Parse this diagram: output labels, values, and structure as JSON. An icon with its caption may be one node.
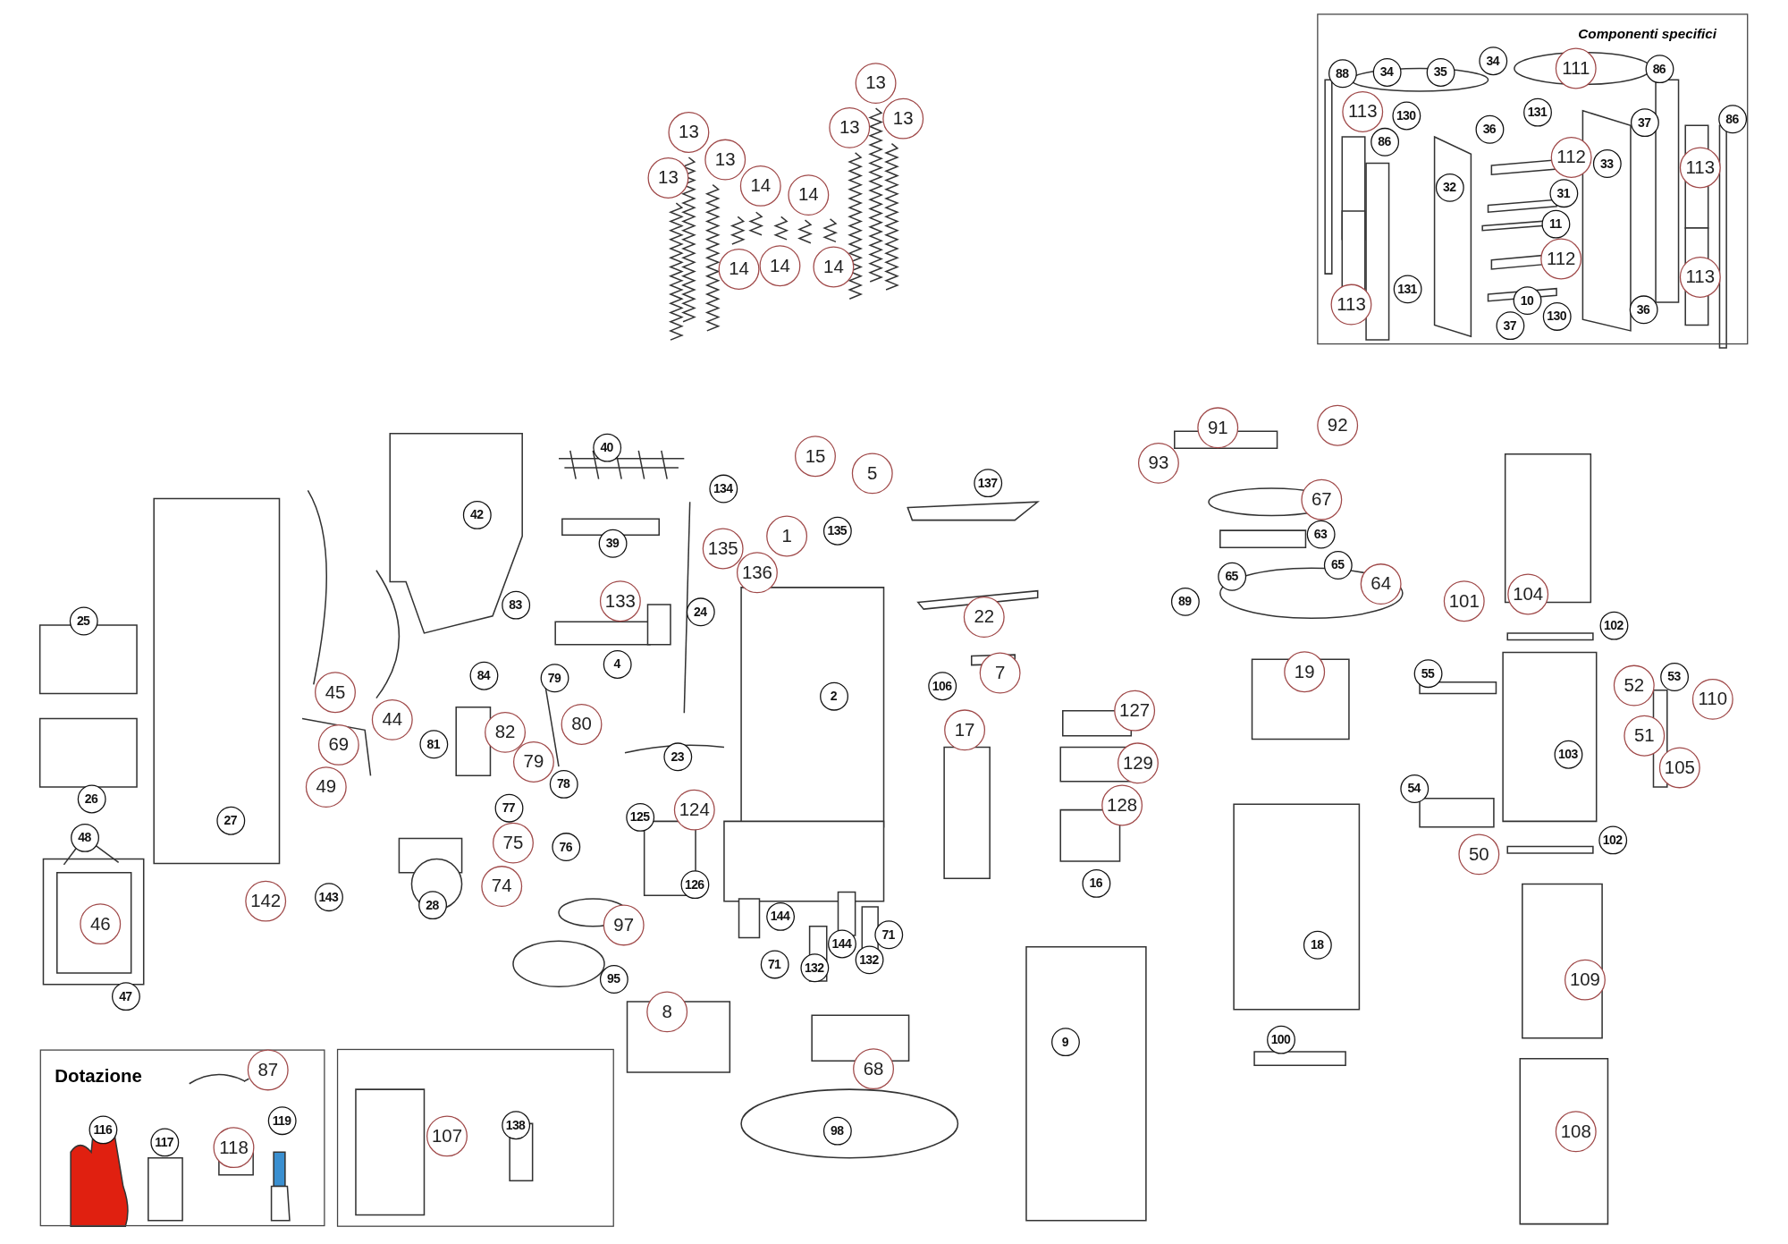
{
  "diagram": {
    "nodes": [
      {
        "text": [
          "Componenti specifici"
        ]
      },
      {
        "text": [
          "Dotazione"
        ]
      },
      {
        "text": [
          "48"
        ]
      },
      {
        "text": [
          "87"
        ],
        "in": 1
      },
      {
        "text": [
          "13"
        ]
      },
      {
        "text": [
          "13"
        ]
      },
      {
        "text": [
          "13"
        ]
      },
      {
        "text": [
          "13"
        ]
      },
      {
        "text": [
          "13"
        ]
      },
      {
        "text": [
          "13"
        ]
      },
      {
        "text": [
          "14"
        ]
      },
      {
        "text": [
          "14"
        ]
      },
      {
        "text": [
          "14"
        ]
      },
      {
        "text": [
          "14"
        ]
      },
      {
        "text": [
          "14"
        ]
      },
      {
        "text": [
          "34"
        ],
        "in": 0
      },
      {
        "text": [
          "35"
        ],
        "in": 0
      },
      {
        "text": [
          "34"
        ],
        "in": 0
      },
      {
        "text": [
          "111"
        ],
        "in": 0
      },
      {
        "text": [
          "88"
        ],
        "in": 0
      },
      {
        "text": [
          "86"
        ],
        "in": 0
      },
      {
        "text": [
          "113"
        ],
        "in": 0
      },
      {
        "text": [
          "130"
        ],
        "in": 0
      },
      {
        "text": [
          "131"
        ],
        "in": 0
      },
      {
        "text": [
          "36"
        ],
        "in": 0
      },
      {
        "text": [
          "37"
        ],
        "in": 0
      },
      {
        "text": [
          "86"
        ],
        "in": 0
      },
      {
        "text": [
          "86"
        ],
        "in": 0
      },
      {
        "text": [
          "112"
        ],
        "in": 0
      },
      {
        "text": [
          "33"
        ],
        "in": 0
      },
      {
        "text": [
          "113"
        ],
        "in": 0
      },
      {
        "text": [
          "31"
        ],
        "in": 0
      },
      {
        "text": [
          "32"
        ],
        "in": 0
      },
      {
        "text": [
          "11"
        ],
        "in": 0
      },
      {
        "text": [
          "112"
        ],
        "in": 0
      },
      {
        "text": [
          "113"
        ],
        "in": 0
      },
      {
        "text": [
          "131"
        ],
        "in": 0
      },
      {
        "text": [
          "10"
        ],
        "in": 0
      },
      {
        "text": [
          "113"
        ],
        "in": 0
      },
      {
        "text": [
          "130"
        ],
        "in": 0
      },
      {
        "text": [
          "36"
        ],
        "in": 0
      },
      {
        "text": [
          "37"
        ],
        "in": 0
      },
      {
        "text": [
          "91"
        ]
      },
      {
        "text": [
          "92"
        ]
      },
      {
        "text": [
          "40"
        ]
      },
      {
        "text": [
          "15"
        ]
      },
      {
        "text": [
          "93"
        ]
      },
      {
        "text": [
          "5"
        ]
      },
      {
        "text": [
          "137"
        ]
      },
      {
        "text": [
          "134"
        ]
      },
      {
        "text": [
          "67"
        ]
      },
      {
        "text": [
          "42"
        ]
      },
      {
        "text": [
          "135"
        ]
      },
      {
        "text": [
          "63"
        ]
      },
      {
        "text": [
          "1"
        ]
      },
      {
        "text": [
          "39"
        ]
      },
      {
        "text": [
          "135"
        ]
      },
      {
        "text": [
          "136"
        ]
      },
      {
        "text": [
          "65"
        ]
      },
      {
        "text": [
          "65"
        ]
      },
      {
        "text": [
          "64"
        ]
      },
      {
        "text": [
          "25"
        ]
      },
      {
        "text": [
          "101"
        ]
      },
      {
        "text": [
          "104"
        ]
      },
      {
        "text": [
          "133"
        ]
      },
      {
        "text": [
          "89"
        ]
      },
      {
        "text": [
          "83"
        ]
      },
      {
        "text": [
          "24"
        ]
      },
      {
        "text": [
          "22"
        ]
      },
      {
        "text": [
          "102"
        ]
      },
      {
        "text": [
          "4"
        ]
      },
      {
        "text": [
          "19"
        ]
      },
      {
        "text": [
          "7"
        ]
      },
      {
        "text": [
          "84"
        ]
      },
      {
        "text": [
          "79"
        ]
      },
      {
        "text": [
          "53"
        ]
      },
      {
        "text": [
          "55"
        ]
      },
      {
        "text": [
          "52"
        ]
      },
      {
        "text": [
          "106"
        ]
      },
      {
        "text": [
          "45"
        ]
      },
      {
        "text": [
          "2"
        ]
      },
      {
        "text": [
          "110"
        ]
      },
      {
        "text": [
          "127"
        ]
      },
      {
        "text": [
          "44"
        ]
      },
      {
        "text": [
          "80"
        ]
      },
      {
        "text": [
          "17"
        ]
      },
      {
        "text": [
          "82"
        ]
      },
      {
        "text": [
          "51"
        ]
      },
      {
        "text": [
          "81"
        ]
      },
      {
        "text": [
          "69"
        ]
      },
      {
        "text": [
          "103"
        ]
      },
      {
        "text": [
          "23"
        ]
      },
      {
        "text": [
          "79"
        ]
      },
      {
        "text": [
          "129"
        ]
      },
      {
        "text": [
          "105"
        ]
      },
      {
        "text": [
          "78"
        ]
      },
      {
        "text": [
          "49"
        ]
      },
      {
        "text": [
          "54"
        ]
      },
      {
        "text": [
          "26"
        ]
      },
      {
        "text": [
          "128"
        ]
      },
      {
        "text": [
          "124"
        ]
      },
      {
        "text": [
          "77"
        ]
      },
      {
        "text": [
          "125"
        ]
      },
      {
        "text": [
          "27"
        ]
      },
      {
        "text": [
          "102"
        ]
      },
      {
        "text": [
          "75"
        ]
      },
      {
        "text": [
          "76"
        ]
      },
      {
        "text": [
          "50"
        ]
      },
      {
        "text": [
          "74"
        ]
      },
      {
        "text": [
          "126"
        ]
      },
      {
        "text": [
          "16"
        ]
      },
      {
        "text": [
          "143"
        ]
      },
      {
        "text": [
          "142"
        ]
      },
      {
        "text": [
          "28"
        ]
      },
      {
        "text": [
          "144"
        ]
      },
      {
        "text": [
          "46"
        ]
      },
      {
        "text": [
          "97"
        ]
      },
      {
        "text": [
          "71"
        ]
      },
      {
        "text": [
          "144"
        ]
      },
      {
        "text": [
          "18"
        ]
      },
      {
        "text": [
          "132"
        ]
      },
      {
        "text": [
          "71"
        ]
      },
      {
        "text": [
          "132"
        ]
      },
      {
        "text": [
          "95"
        ]
      },
      {
        "text": [
          "109"
        ]
      },
      {
        "text": [
          "47"
        ]
      },
      {
        "text": [
          "8"
        ]
      },
      {
        "text": [
          "100"
        ]
      },
      {
        "text": [
          "9"
        ]
      },
      {
        "text": [
          "68"
        ]
      },
      {
        "text": [
          "119"
        ],
        "in": 1
      },
      {
        "text": [
          "138"
        ]
      },
      {
        "text": [
          "116"
        ],
        "in": 1
      },
      {
        "text": [
          "98"
        ]
      },
      {
        "text": [
          "108"
        ]
      },
      {
        "text": [
          "107"
        ]
      },
      {
        "text": [
          "117"
        ],
        "in": 1
      },
      {
        "text": [
          "118"
        ],
        "in": 1
      }
    ],
    "edges": [
      {
        "from": 2,
        "to": null,
        "arrow": "none"
      },
      {
        "from": 2,
        "to": null,
        "arrow": "none"
      },
      {
        "from": 3,
        "to": null,
        "arrow": "none"
      }
    ]
  }
}
